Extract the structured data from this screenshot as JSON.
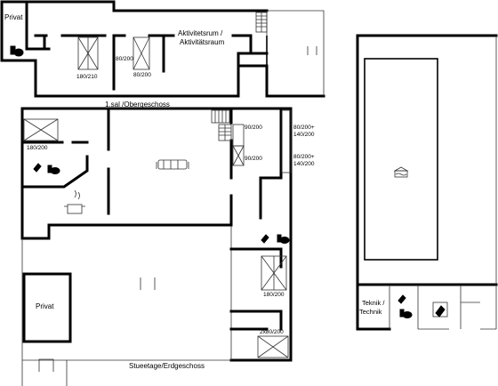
{
  "floors": {
    "upper": "1.sal /Obergeschoss",
    "ground": "Stueetage/Erdgeschoss"
  },
  "rooms": {
    "privat_top": "Privat",
    "activity_line1": "Aktivitetsrum /",
    "activity_line2": "Aktivitätsraum",
    "privat_bottom": "Privat",
    "technik_line1": "Teknik /",
    "technik_line2": "Technik"
  },
  "beds": {
    "upper_1": "180/210",
    "upper_2": "80/200",
    "upper_3": "80/200",
    "ground_left": "180/200",
    "ground_mid_1": "90/200",
    "ground_mid_2": "90/200",
    "ground_right_1a": "80/200+",
    "ground_right_1b": "140/200",
    "ground_right_2a": "80/200+",
    "ground_right_2b": "140/200",
    "ground_bath_bed": "180/200",
    "ground_bunk": "2x80/200"
  },
  "icons": [
    "toilet-icon",
    "shower-icon",
    "sofa-icon",
    "cooking-pot-icon",
    "pool-icon",
    "washing-machine-icon",
    "stairs-icon"
  ]
}
